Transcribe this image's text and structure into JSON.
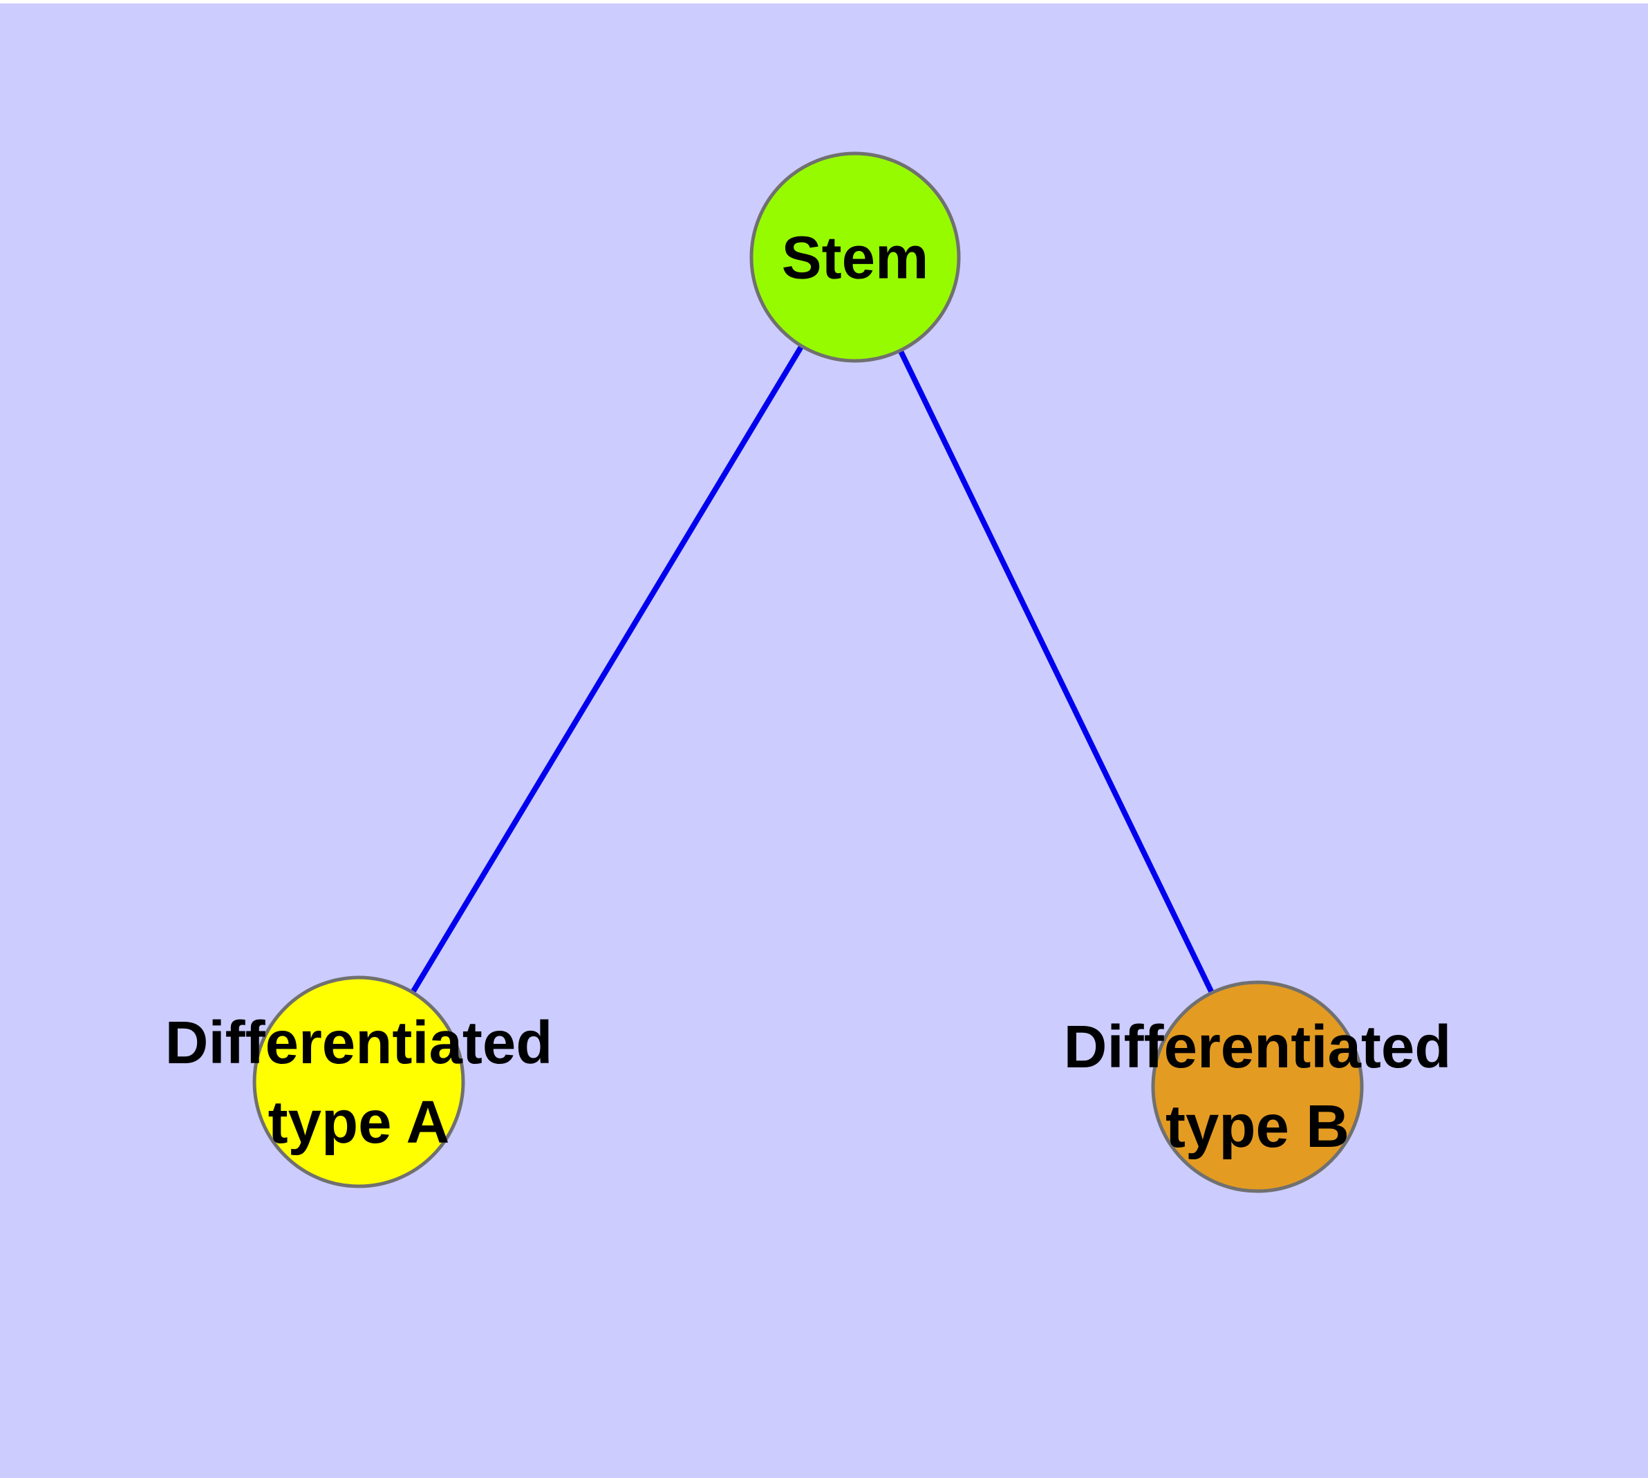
{
  "colors": {
    "background": "#CCCCFF",
    "top_margin": "#FFFFFF",
    "edge": "#0000EE",
    "node_border": "#707070",
    "label_text": "#000000",
    "stem_fill": "#97FB00",
    "type_a_fill": "#FFFF00",
    "type_b_fill": "#E49B22"
  },
  "graph": {
    "type": "node-link-diagram",
    "nodes": [
      {
        "id": "stem",
        "label": "Stem",
        "shape": "circle",
        "fill": "#97FB00"
      },
      {
        "id": "differentiated-type-a",
        "label_line1": "Differentiated",
        "label_line2": "type A",
        "shape": "circle",
        "fill": "#FFFF00"
      },
      {
        "id": "differentiated-type-b",
        "label_line1": "Differentiated",
        "label_line2": "type B",
        "shape": "circle",
        "fill": "#E49B22"
      }
    ],
    "edges": [
      {
        "from": "Stem",
        "to": "Differentiated type A"
      },
      {
        "from": "Stem",
        "to": "Differentiated type B"
      }
    ]
  }
}
